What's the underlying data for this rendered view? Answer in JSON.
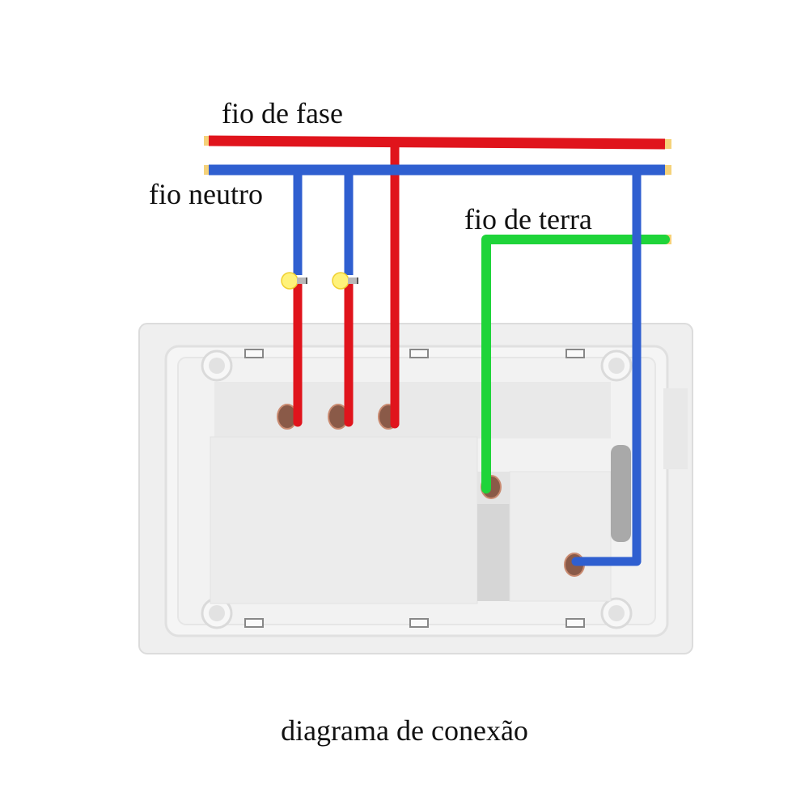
{
  "labels": {
    "phase": "fio de fase",
    "neutral": "fio neutro",
    "ground": "fio de terra"
  },
  "caption": "diagrama de conexão",
  "colors": {
    "phase_wire": "#e0141c",
    "neutral_wire": "#2f5fd0",
    "ground_wire": "#1fd43a",
    "plate": "#f0f0f0",
    "terminal": "#8a5a48",
    "wire_tip": "#f5d27a",
    "lamp": "#fff27a"
  },
  "components": {
    "lamps": 2,
    "phase_terminals": 3,
    "ground_terminals": 1,
    "neutral_terminals": 1
  }
}
